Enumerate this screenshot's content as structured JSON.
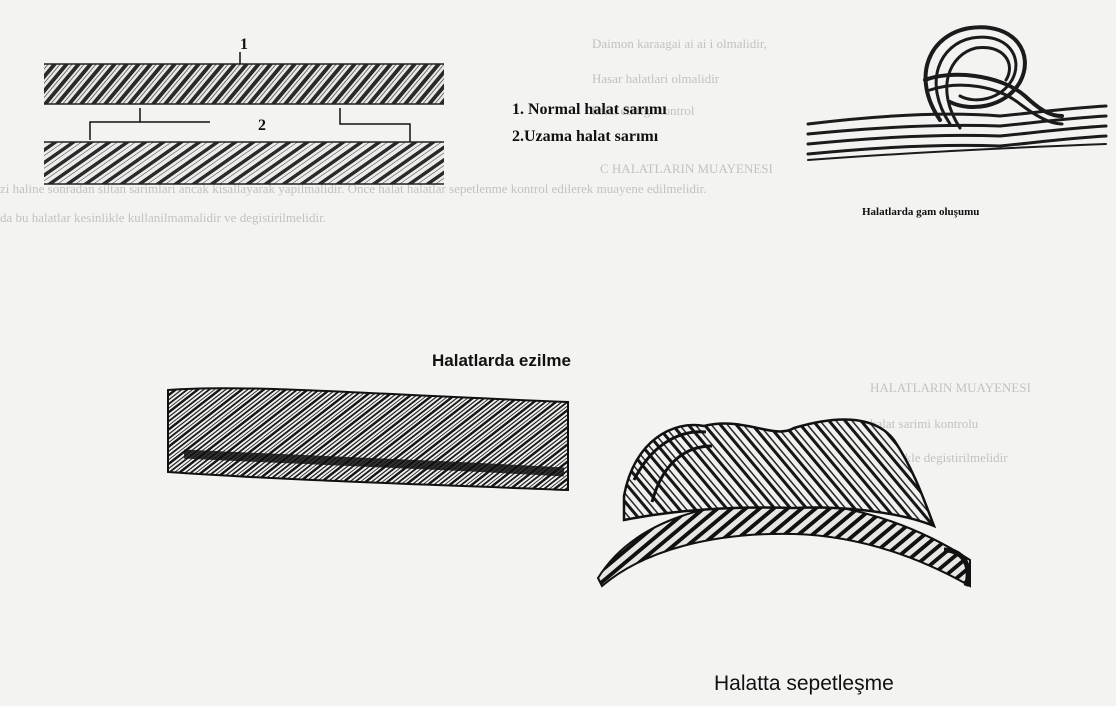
{
  "top_left_figure": {
    "label_1": "1",
    "label_2": "2",
    "legend": [
      "1. Normal halat sarımı",
      "2.Uzama halat sarımı"
    ]
  },
  "top_right_figure": {
    "caption": "Halatlarda gam oluşumu"
  },
  "middle_figure": {
    "caption": "Halatlarda ezilme"
  },
  "bottom_right_figure": {
    "caption": "Halatta sepetleşme"
  }
}
